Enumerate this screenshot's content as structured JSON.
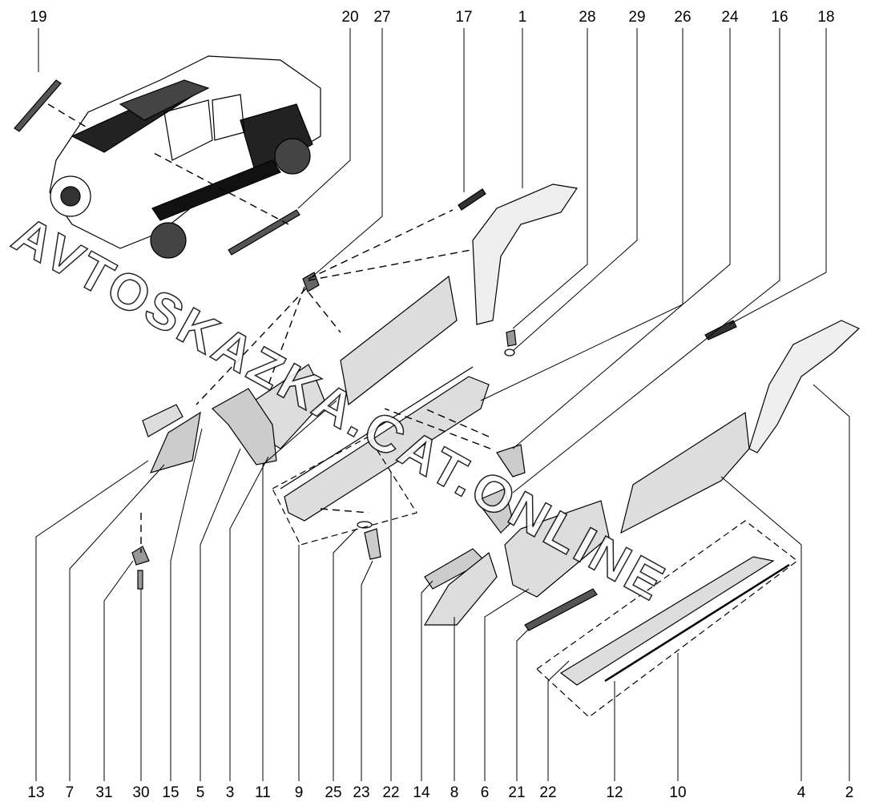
{
  "watermark": "AVTOSKAZKA.CAT.ONLINE",
  "top_callouts": [
    "19",
    "20",
    "27",
    "17",
    "1",
    "28",
    "29",
    "26",
    "24",
    "16",
    "18"
  ],
  "bottom_callouts": [
    "13",
    "7",
    "31",
    "30",
    "15",
    "5",
    "3",
    "11",
    "9",
    "25",
    "23",
    "22",
    "14",
    "8",
    "6",
    "21",
    "22",
    "12",
    "10",
    "4",
    "2"
  ]
}
